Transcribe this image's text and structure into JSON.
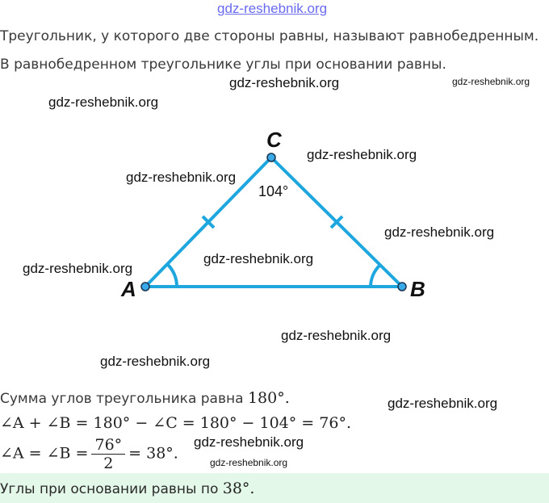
{
  "header": {
    "watermark_link": "gdz-reshebnik.org"
  },
  "intro": {
    "definition": "Треугольник, у которого две стороны равны, называют равнобедренным.",
    "property": "В равнобедренном треугольнике углы при основании равны."
  },
  "figure": {
    "vertex_a": "A",
    "vertex_b": "B",
    "vertex_c": "C",
    "angle_c_label": "104°",
    "line_color": "#1ea6df"
  },
  "solution": {
    "sum_text": "Сумма углов треугольника равна",
    "sum_value": "180°.",
    "line2": "∠A + ∠B = 180° − ∠C = 180° − 104° = 76°.",
    "line3_left": "∠A = ∠B =",
    "line3_num": "76°",
    "line3_den": "2",
    "line3_right": "= 38°."
  },
  "answer": {
    "text": "Углы при основании равны по",
    "value": "38°.",
    "background": "#e3f8e8"
  },
  "watermarks": [
    "gdz-reshebnik.org",
    "gdz-reshebnik.org",
    "gdz-reshebnik.org",
    "gdz-reshebnik.org",
    "gdz-reshebnik.org",
    "gdz-reshebnik.org",
    "gdz-reshebnik.org",
    "gdz-reshebnik.org",
    "gdz-reshebnik.org",
    "gdz-reshebnik.org",
    "gdz-reshebnik.org",
    "gdz-reshebnik.org",
    "gdz-reshebnik.org"
  ]
}
